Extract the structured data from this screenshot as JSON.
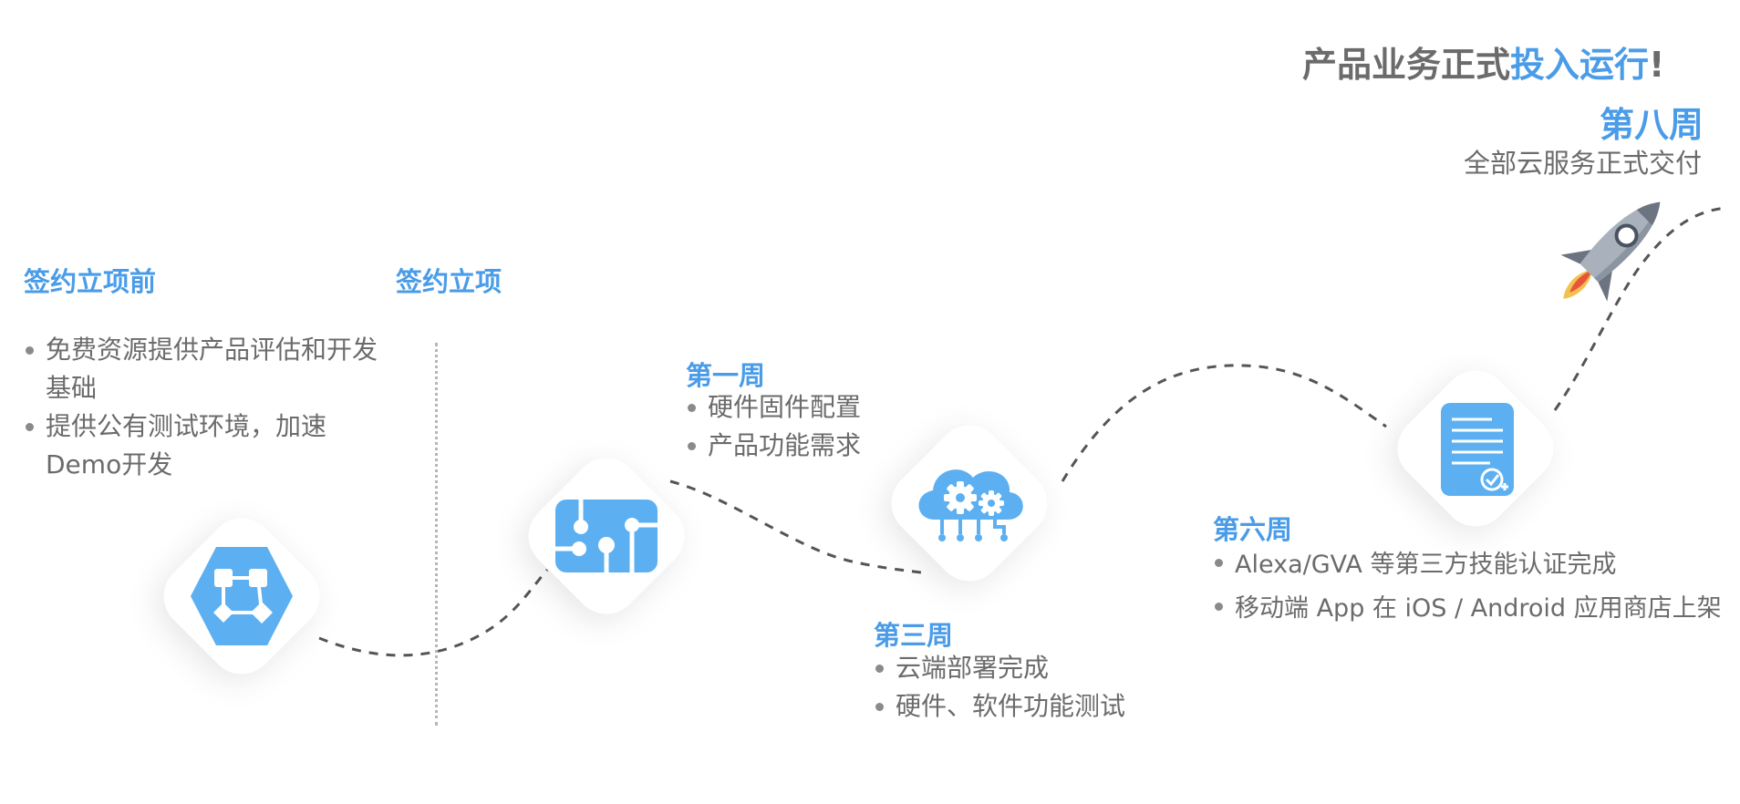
{
  "headline": {
    "prefix": "产品业务正式",
    "highlight": "投入运行",
    "suffix": "!"
  },
  "colors": {
    "accent": "#4a9ce8",
    "icon_fill": "#5cb0f2",
    "text": "#6b6b6b",
    "path": "#555555",
    "rocket_body": "#9ea7b1",
    "flame": "#f2c14e"
  },
  "stages": {
    "pre_sign": {
      "title": "签约立项前",
      "bullets": [
        "免费资源提供产品评估和开发基础",
        "提供公有测试环境，加速Demo开发"
      ]
    },
    "sign": {
      "title": "签约立项"
    },
    "week1": {
      "title": "第一周",
      "bullets": [
        "硬件固件配置",
        "产品功能需求"
      ]
    },
    "week3": {
      "title": "第三周",
      "bullets": [
        "云端部署完成",
        "硬件、软件功能测试"
      ]
    },
    "week6": {
      "title": "第六周",
      "bullets": [
        "Alexa/GVA 等第三方技能认证完成",
        "移动端 App 在 iOS / Android 应用商店上架"
      ]
    },
    "week8": {
      "title": "第八周",
      "subtitle": "全部云服务正式交付"
    }
  },
  "icons": {
    "node1": "hexagon-network-icon",
    "node2": "circuit-board-icon",
    "node3": "cloud-gears-icon",
    "node4": "document-check-icon",
    "rocket": "rocket-icon"
  }
}
